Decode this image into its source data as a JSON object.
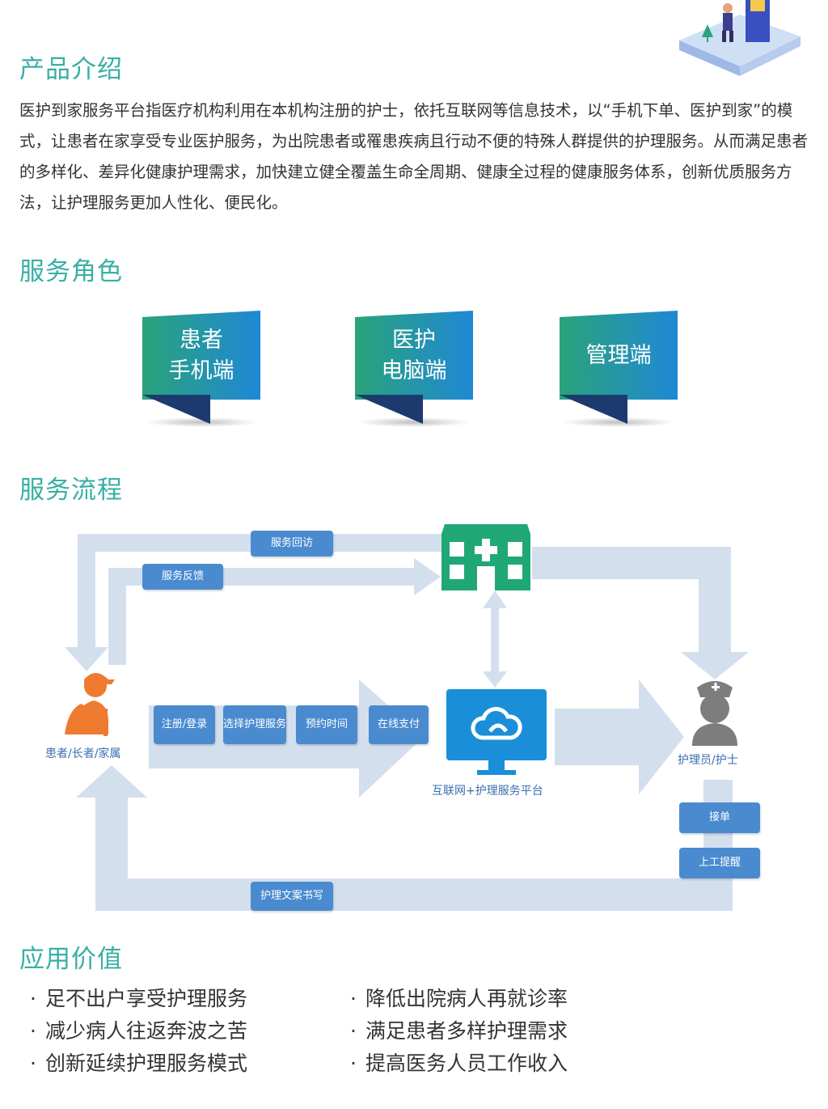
{
  "sections": {
    "intro_title": "产品介绍",
    "roles_title": "服务角色",
    "flow_title": "服务流程",
    "value_title": "应用价值"
  },
  "intro_text": "医护到家服务平台指医疗机构利用在本机构注册的护士，依托互联网等信息技术，以“手机下单、医护到家”的模式，让患者在家享受专业医护服务，为出院患者或罹患疾病且行动不便的特殊人群提供的护理服务。从而满足患者的多样化、差异化健康护理需求，加快建立健全覆盖生命全周期、健康全过程的健康服务体系，创新优质服务方法，让护理服务更加人性化、便民化。",
  "roles": [
    {
      "line1": "患者",
      "line2": "手机端"
    },
    {
      "line1": "医护",
      "line2": "电脑端"
    },
    {
      "line1": "管理端",
      "line2": ""
    }
  ],
  "flow": {
    "return_visit": "服务回访",
    "feedback": "服务反馈",
    "patient_caption": "患者/长者/家属",
    "steps": [
      "注册/登录",
      "选择护理服务",
      "预约时间",
      "在线支付"
    ],
    "platform_caption": "互联网+护理服务平台",
    "nurse_caption": "护理员/护士",
    "accept_order": "接单",
    "start_remind": "上工提醒",
    "record_writing": "护理文案书写"
  },
  "values": {
    "left": [
      "足不出户享受护理服务",
      "减少病人往返奔波之苦",
      "创新延续护理服务模式"
    ],
    "right": [
      "降低出院病人再就诊率",
      "满足患者多样护理需求",
      "提高医务人员工作收入"
    ]
  },
  "colors": {
    "title": "#38b0a4",
    "card_gradient_start": "#2aa37a",
    "card_gradient_end": "#1f88d6",
    "card_fold": "#1d3a6e",
    "flow_button": "#4a8bd0",
    "flow_arrow": "#d4dfee",
    "hospital": "#1fa876",
    "platform": "#1a8ed8",
    "person": "#ee7b30",
    "nurse": "#7d7d7d"
  },
  "icons": {
    "hospital": "hospital-icon",
    "platform": "cloud-monitor-icon",
    "patient": "elderly-person-icon",
    "nurse": "nurse-icon"
  }
}
